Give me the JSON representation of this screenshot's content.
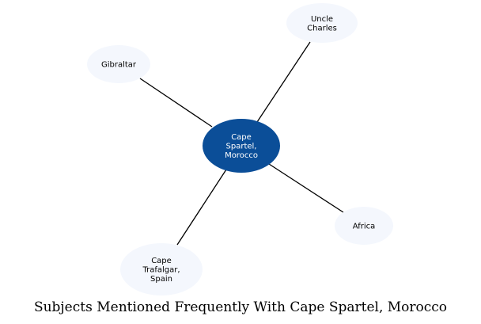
{
  "title": "Subjects Mentioned Frequently With Cape Spartel, Morocco",
  "colors": {
    "center_fill": "#0b4e98",
    "center_text": "#ffffff",
    "leaf_fill": "#f4f7fd",
    "leaf_text": "#000000",
    "edge": "#000000",
    "title_text": "#000000"
  },
  "center": {
    "id": "cape-spartel",
    "lines": [
      "Cape",
      "Spartel,",
      "Morocco"
    ]
  },
  "nodes": [
    {
      "id": "uncle-charles",
      "lines": [
        "Uncle",
        "Charles"
      ]
    },
    {
      "id": "gibraltar",
      "lines": [
        "Gibraltar"
      ]
    },
    {
      "id": "africa",
      "lines": [
        "Africa"
      ]
    },
    {
      "id": "cape-trafalgar",
      "lines": [
        "Cape",
        "Trafalgar,",
        "Spain"
      ]
    }
  ]
}
